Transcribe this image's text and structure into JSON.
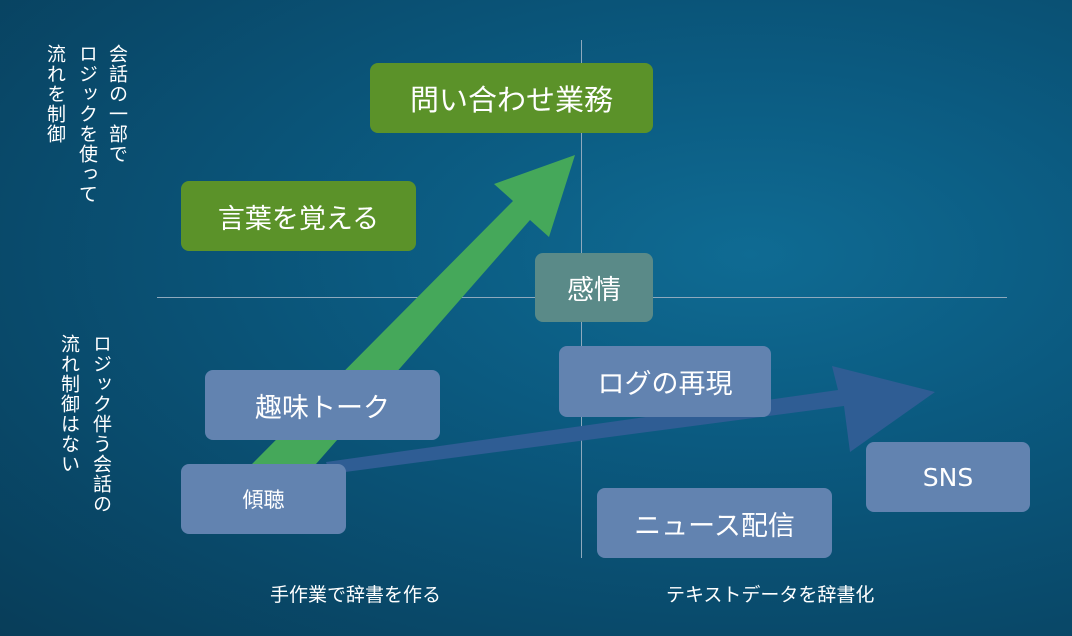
{
  "diagram": {
    "y_axis_labels": {
      "top_col1": "会話の一部で",
      "top_col2": "ロジックを使って",
      "top_col3": "流れを制御",
      "bottom_col1": "ロジック伴う会話の",
      "bottom_col2": "流れ制御はない"
    },
    "x_axis_labels": {
      "left": "手作業で辞書を作る",
      "right": "テキストデータを辞書化"
    },
    "boxes": {
      "inquiry": "問い合わせ業務",
      "learn_words": "言葉を覚える",
      "emotion": "感情",
      "log_reproduction": "ログの再現",
      "hobby_talk": "趣味トーク",
      "listening": "傾聴",
      "sns": "SNS",
      "news_distribution": "ニュース配信"
    },
    "colors": {
      "background": "#0b5a80",
      "green_box": "#5b9229",
      "blue_box": "#6283b0",
      "teal_box": "#5a8a88",
      "green_arrow": "#45a85a",
      "blue_arrow": "#2f5d94",
      "axis_line": "#8ea9bd"
    }
  }
}
